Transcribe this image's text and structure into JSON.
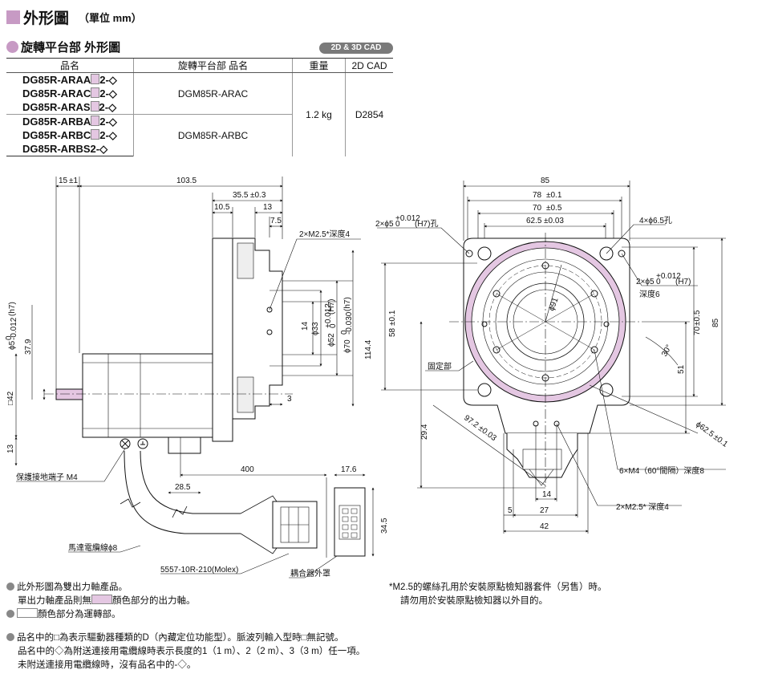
{
  "header": {
    "title": "外形圖",
    "unit": "（單位 mm）"
  },
  "subheader": {
    "title": "旋轉平台部 外形圖",
    "badge": "2D & 3D CAD"
  },
  "table": {
    "headers": [
      "品名",
      "旋轉平台部 品名",
      "重量",
      "2D CAD"
    ],
    "models": [
      {
        "pre": "DG85R-ARAA",
        "post": "2-◇",
        "box": true
      },
      {
        "pre": "DG85R-ARAC",
        "post": "2-◇",
        "box": true
      },
      {
        "pre": "DG85R-ARAS",
        "post": "2-◇",
        "box": true
      },
      {
        "pre": "DG85R-ARBA",
        "post": "2-◇",
        "box": true
      },
      {
        "pre": "DG85R-ARBC",
        "post": "2-◇",
        "box": true
      },
      {
        "pre": "DG85R-ARBS2-◇",
        "post": "",
        "box": false
      }
    ],
    "platform": [
      "DGM85R-ARAC",
      "DGM85R-ARBC"
    ],
    "weight": "1.2 kg",
    "cad": "D2854"
  },
  "drawing": {
    "d15": "15",
    "tol1": "±1",
    "d103": "103.5",
    "d355": "35.5",
    "tol03": "±0.3",
    "d105": "10.5",
    "d13": "13",
    "d75": "7.5",
    "m25depth": "2×M2.5*深度4",
    "phi33": "ϕ33",
    "phi52": "ϕ52",
    "phi70": "ϕ70",
    "tolh7": "(h7)",
    "tolH7": "(H7)",
    "tolz": "0",
    "tolup012": "+0.012",
    "tol030": "-0.030",
    "d14": "14",
    "d3": "3",
    "d1144": "114.4",
    "phi5": "ϕ5",
    "tol0012": "-0.012",
    "d379": "37.9",
    "sq42": "□42",
    "d400": "400",
    "d176": "17.6",
    "d285": "28.5",
    "d345": "34.5",
    "lblGround": "保護接地端子 M4",
    "lblCable": "馬達電纜線ϕ8",
    "lblConn": "5557-10R-210(Molex)",
    "lblCover": "耦合器外罩",
    "d85": "85",
    "d78": "78",
    "tol01": "±0.1",
    "d70": "70",
    "tol05": "±0.5",
    "d625": "62.5",
    "tol003": "±0.03",
    "hole2": "2×ϕ5",
    "hole2b": "(H7)孔",
    "hole4": "4×ϕ6.5孔",
    "depth6": "深度6",
    "phi91": "ϕ91",
    "d58": "58",
    "angle30": "30°",
    "fixed": "固定部",
    "d51": "51",
    "d972": "97.2",
    "tol003b": "±0.03",
    "phi625": "ϕ62.5",
    "tol01b": "±0.1",
    "d294": "29.4",
    "m4": "6×M4（60°間隔）深度8",
    "m25b": "2×M2.5* 深度4",
    "d5": "5",
    "d27": "27",
    "d42": "42"
  },
  "notes": {
    "n1": "此外形圖為雙出力軸產品。",
    "n1b1": "單出力軸產品則無",
    "n1b2": "顏色部分的出力軸。",
    "n2": "顏色部分為運轉部。",
    "n3": "品名中的□為表示驅動器種類的D（內藏定位功能型）。脈波列輸入型時□無記號。",
    "n3b": "品名中的◇為附送連接用電纜線時表示長度的1（1 m）、2（2 m）、3（3 m）任一項。",
    "n3c": "未附送連接用電纜線時，沒有品名中的-◇。",
    "star1": "*M2.5的螺絲孔用於安裝原點檢知器套件（另售）時。",
    "star2": "請勿用於安裝原點檢知器以外目的。"
  }
}
